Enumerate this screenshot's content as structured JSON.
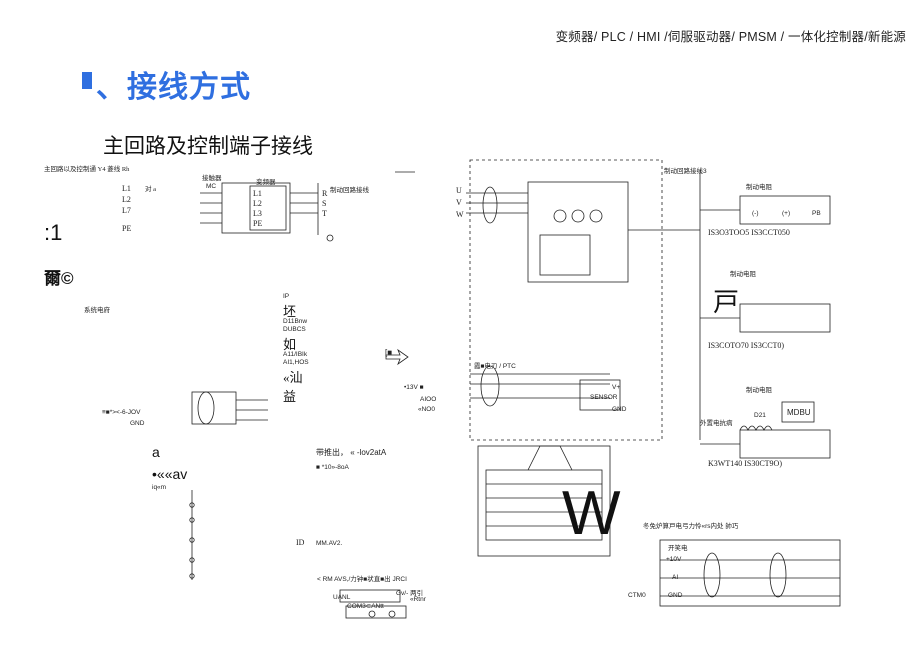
{
  "header": {
    "product_line": "变频器/ PLC / HMI /伺服驱动器/ PMSM / 一体化控制器/新能源"
  },
  "section": {
    "title": "、接线方式",
    "subtitle": "主回路及控制端子接线"
  },
  "left_diagram": {
    "caption": "主回路以及控制通 Y4 菱线 Rh",
    "mains_labels": [
      "L1",
      "L2",
      "L7"
    ],
    "mains_note": "对 a",
    "pe": "PE",
    "big_mark_1": ":1",
    "big_mark_2": "爾©",
    "system_label": "系统电府",
    "breaker_label": "接触器",
    "breaker_sub": "MC",
    "drive_label": "变频器",
    "terminals_in": [
      "L1",
      "L2",
      "L3",
      "PE"
    ],
    "terminals_out": [
      "R",
      "S",
      "T"
    ],
    "brake_note": "制动回路接线",
    "analog_note": "≡■*><-6-JOV",
    "gnd": "GND",
    "a_mark": "a",
    "av_mark": "•««av",
    "iq_mark": "iq«m"
  },
  "center_column": {
    "marks": [
      "IP",
      "坯",
      "D11Bnw",
      "DUBCS",
      "如",
      "A11/IBIk",
      "AI1,HOS",
      "«汕",
      "益"
    ],
    "volt_note": "•13V ■",
    "ai_labels": [
      "AIOO",
      "«NO0"
    ],
    "output_note": "带推出， « -lov2atA",
    "output_note_2": "■ *10»-8oA",
    "id_mark": "ID",
    "mm_note": "MM.AV2.",
    "rm_note": "< RM AVS,/力钟■状直■出 JRCI",
    "uanl": "UANL",
    "com": "COM3⊂ANtt",
    "two_sided": "Gv/- 两引",
    "two_sided_sub": "«Rtnr",
    "arrow_mark": "[■"
  },
  "right_diagram": {
    "motor_terminals": [
      "U",
      "V",
      "W"
    ],
    "pg_note": "霞■电刃 / PTC",
    "sensor_labels": [
      "V+",
      "SENSOR",
      "GND"
    ],
    "brake_title": "制动回路接线3",
    "brake_resistor_labels": [
      "制动电阻",
      "制动电阻",
      "制动电阻"
    ],
    "pm_labels": [
      "(-)",
      "(+)",
      "PB"
    ],
    "model_rows": [
      "IS3O3TOO5 IS3CCT050",
      "IS3COTO70 IS3CCT0)",
      "K3WT140 IS30CT9O)"
    ],
    "big_mark": "戸",
    "dbu_label": "MDBU",
    "ext_resistor": "外置电抗病",
    "dc_note": "D21",
    "w_mark": "W",
    "bottom_note": "冬免炉算戸电弓力怜«rs内处 帥巧",
    "switch_label": "开笑电",
    "io_labels": [
      "+10V",
      "AI",
      "GND"
    ],
    "ctm_label": "CTM0"
  }
}
